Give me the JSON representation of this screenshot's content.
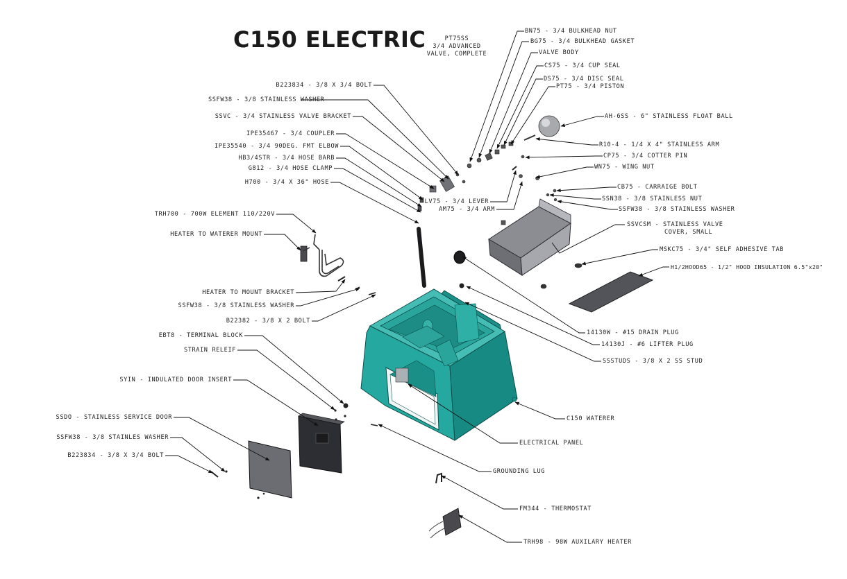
{
  "title": "C150 ELECTRIC",
  "assembly": {
    "line1": "PT75SS",
    "line2": "3/4 ADVANCED",
    "line3": "VALVE, COMPLETE"
  },
  "labels": {
    "bn75": "BN75 - 3/4 BULKHEAD NUT",
    "bg75": "BG75 - 3/4 BULKHEAD GASKET",
    "valve_body": "VALVE BODY",
    "cs75": "CS75 - 3/4 CUP SEAL",
    "ds75": "DS75 - 3/4 DISC SEAL",
    "pt75": "PT75 - 3/4 PISTON",
    "ah6ss": "AH-6SS - 6\" STAINLESS FLOAT BALL",
    "r10_4": "R10-4 - 1/4 X 4\" STAINLESS ARM",
    "cp75": "CP75 - 3/4 COTTER PIN",
    "wn75": "WN75 - WING NUT",
    "cb75": "CB75 - CARRAIGE BOLT",
    "ssn38": "SSN38 - 3/8 STAINLESS NUT",
    "ssfw38_right": "SSFW38 - 3/8 STAINLESS WASHER",
    "ssvcsm_1": "SSVCSM - STAINLESS VALVE",
    "ssvcsm_2": "COVER, SMALL",
    "mskc75": "MSKC75 - 3/4\" SELF ADHESIVE TAB",
    "hood": "H1/2HOOD65 - 1/2\" HOOD INSULATION 6.5\"x20\"",
    "b223834_top": "B223834 - 3/8 X 3/4 BOLT",
    "ssfw38_top": "SSFW38 - 3/8 STAINLESS WASHER",
    "ssvc": "SSVC - 3/4 STAINLESS VALVE BRACKET",
    "ipe35467": "IPE35467 - 3/4 COUPLER",
    "ipe35540": "IPE35540 - 3/4 90DEG. FMT ELBOW",
    "hb3": "HB3/4STR - 3/4 HOSE BARB",
    "g812": "G812 - 3/4 HOSE CLAMP",
    "h700": "H700 - 3/4 X 36\" HOSE",
    "lv75": "LV75 - 3/4 LEVER",
    "am75": "AM75 - 3/4 ARM",
    "trh700": "TRH700 - 700W ELEMENT 110/220V",
    "heater_mount": "HEATER TO WATERER MOUNT",
    "heater_bracket": "HEATER TO MOUNT BRACKET",
    "ssfw38_mid": "SSFW38 - 3/8 STAINLESS WASHER",
    "b22382": "B22382 - 3/8 X 2 BOLT",
    "ebt8": "EBT8 - TERMINAL BLOCK",
    "strain": "STRAIN RELEIF",
    "syin": "SYIN - INDULATED DOOR INSERT",
    "ssdo": "SSDO - STAINLESS SERVICE DOOR",
    "ssfw38_bottom": "SSFW38 - 3/8 STAINLES WASHER",
    "b223834_bottom": "B223834 - 3/8 X 3/4 BOLT",
    "drain": "14130W - #15 DRAIN PLUG",
    "lifter": "14130J - #6 LIFTER PLUG",
    "sssstuds": "SSSTUDS - 3/8 X 2 SS STUD",
    "waterer": "C150 WATERER",
    "elec_panel": "ELECTRICAL PANEL",
    "ground": "GROUNDING LUG",
    "fm344": "FM344 - THERMOSTAT",
    "trh98": "TRH98 - 98W AUXILARY HEATER"
  },
  "colors": {
    "body_teal": "#1f9e96",
    "body_teal_dark": "#137a74",
    "body_teal_light": "#4fc1b9",
    "steel": "#8f9096",
    "steel_dark": "#4b4c52",
    "door_dark": "#2f3035",
    "leader": "#111111"
  }
}
